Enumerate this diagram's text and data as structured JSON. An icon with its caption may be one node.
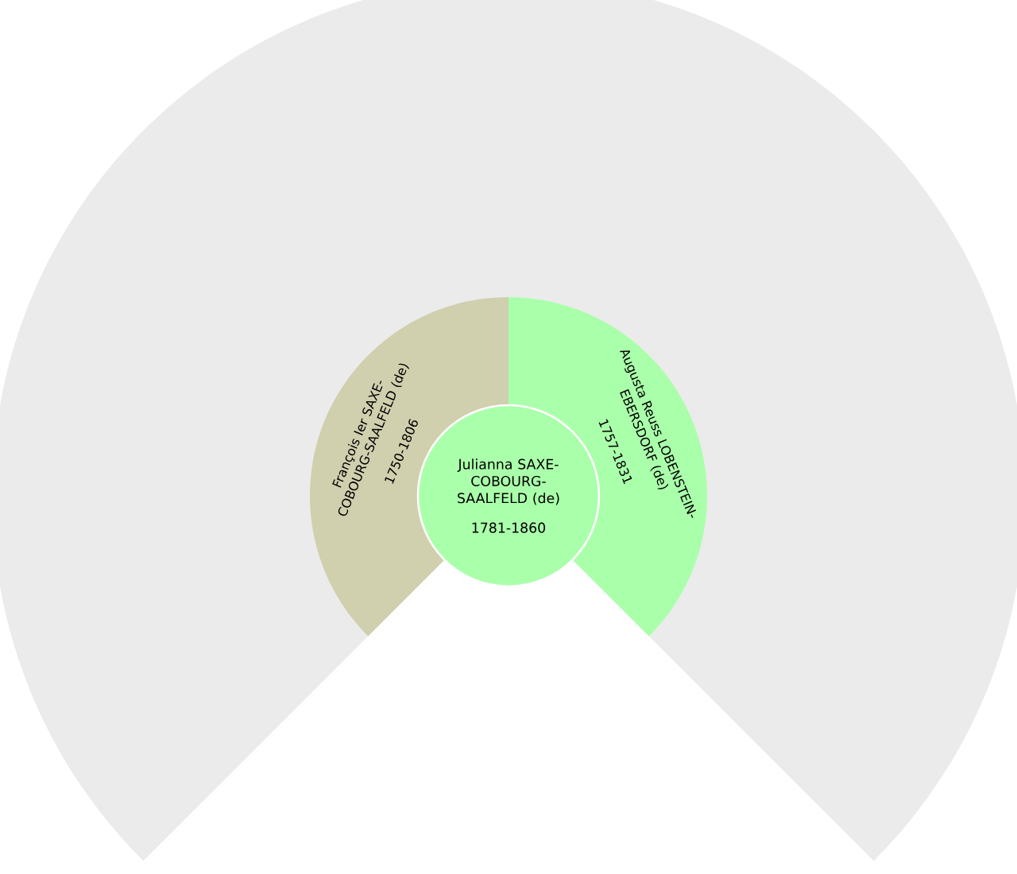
{
  "diagram": {
    "nodes": [
      {
        "text": [
          "Julianna SAXE-COBOURG-SAALFELD (de)",
          "1781-1860"
        ]
      },
      {
        "text": [
          "François Ier SAXE-COBOURG-SAALFELD (de)",
          "1750-1806"
        ]
      },
      {
        "text": [
          "Augusta Reuss LOBENSTEIN-EBERSDORF (de)",
          "1757-1831"
        ]
      }
    ]
  }
}
